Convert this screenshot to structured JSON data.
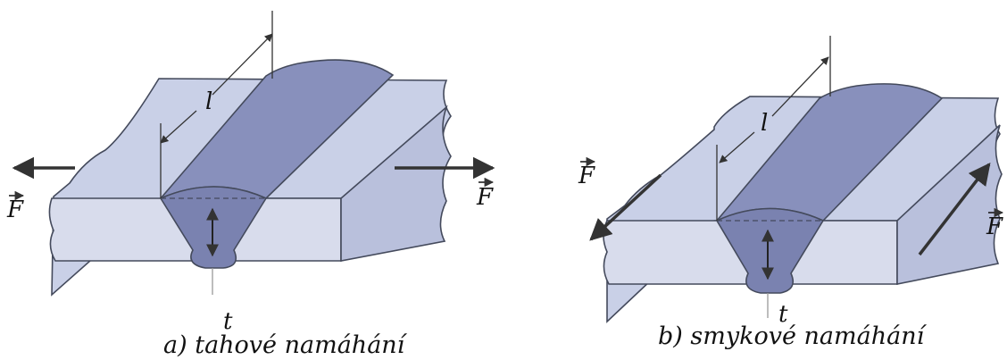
{
  "figure": {
    "panel_a": {
      "caption": "a) tahové namáhání",
      "force_left": "F",
      "force_right": "F",
      "length": "l",
      "thickness": "t"
    },
    "panel_b": {
      "caption": "b) smykové namáhání",
      "force_left": "F",
      "force_right": "F",
      "length": "l",
      "thickness": "t"
    }
  },
  "colors": {
    "plate_top": "#c9d0e7",
    "plate_side": "#d8dcec",
    "weld": "#8890bc",
    "outline": "#444a5c"
  }
}
